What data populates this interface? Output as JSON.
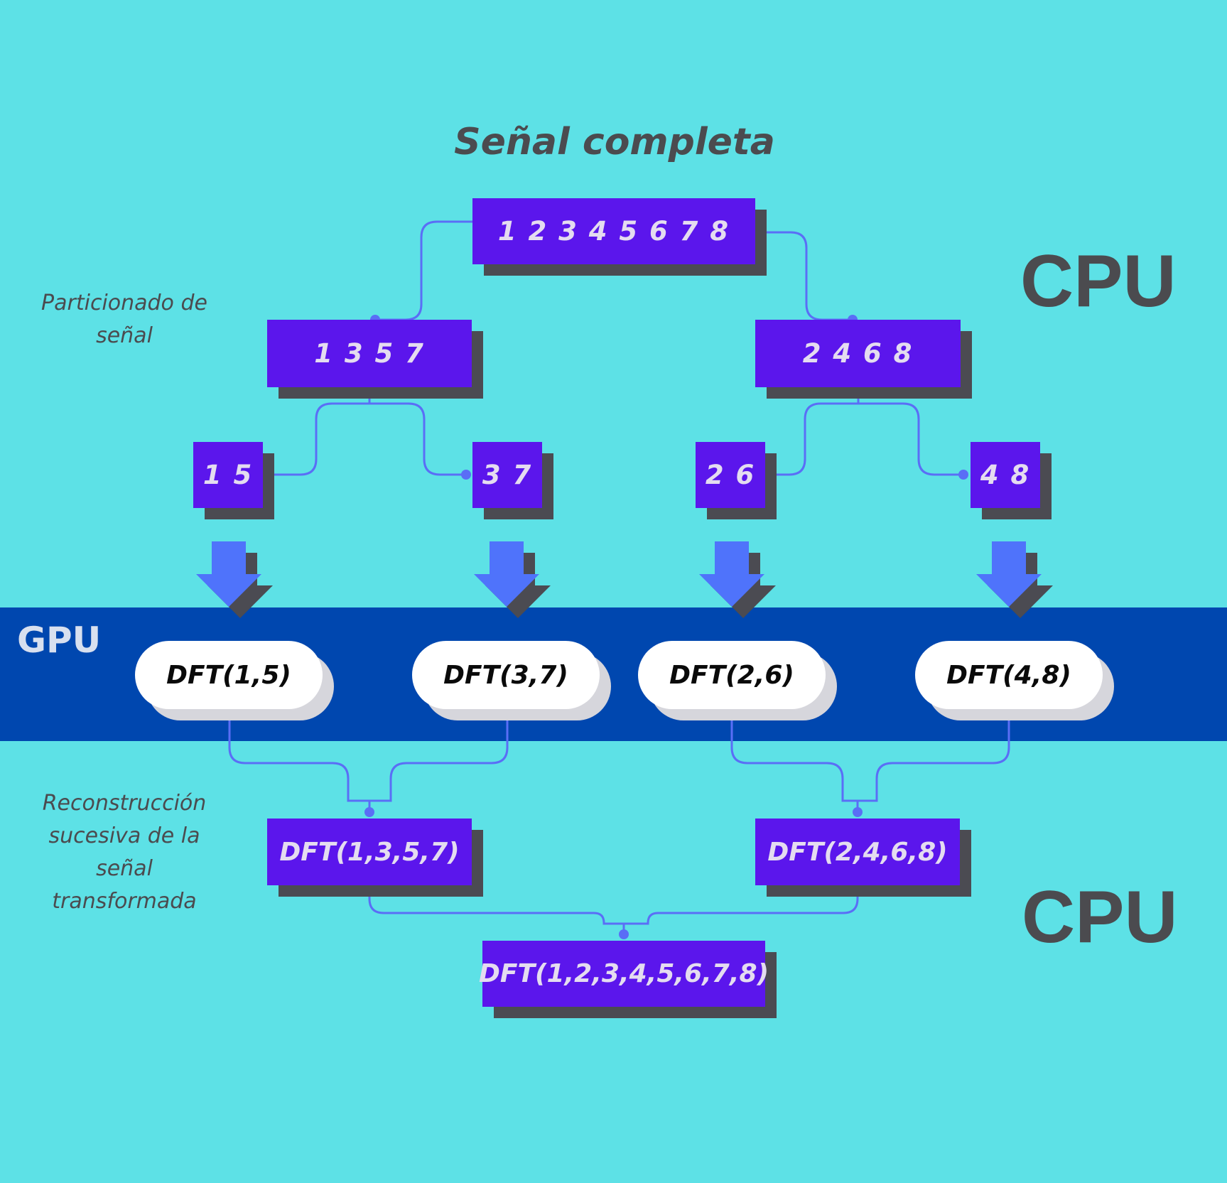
{
  "title": "Señal completa",
  "cpu_label_top": "CPU",
  "cpu_label_bottom": "CPU",
  "gpu_label": "GPU",
  "note_partition": [
    "Particionado de",
    "señal"
  ],
  "note_reconstruction": [
    "Reconstrucción",
    "sucesiva de la",
    "señal",
    "transformada"
  ],
  "signal": {
    "full": "1 2 3 4 5 6 7 8",
    "odd": "1 3 5 7",
    "even": "2 4 6 8",
    "pairs": [
      "1 5",
      "3 7",
      "2 6",
      "4 8"
    ]
  },
  "gpu_dft": [
    "DFT(1,5)",
    "DFT(3,7)",
    "DFT(2,6)",
    "DFT(4,8)"
  ],
  "reconstruction": {
    "odd": "DFT(1,3,5,7)",
    "even": "DFT(2,4,6,8)",
    "full": "DFT(1,2,3,4,5,6,7,8)"
  },
  "colors": {
    "background": "#5de1e6",
    "gpu_band": "#0047af",
    "box": "#5b16ec",
    "box_shadow": "#4b4b52",
    "connector": "#5a6ef6",
    "arrow": "#4f73fb"
  }
}
